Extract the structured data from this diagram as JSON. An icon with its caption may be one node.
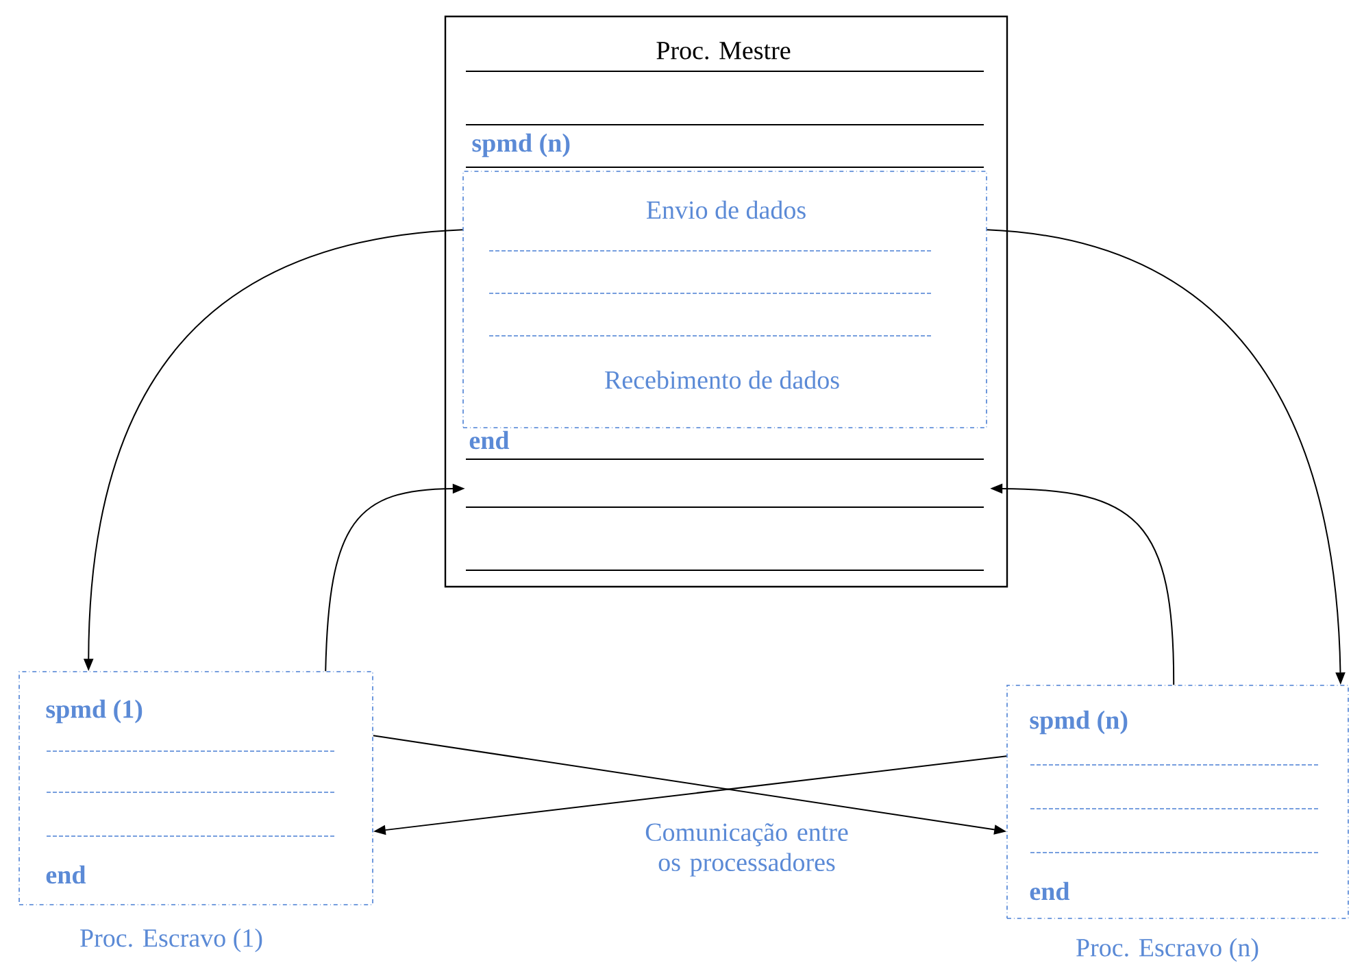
{
  "diagram": {
    "nodes": [
      {
        "text": [
          "Proc. Mestre",
          "spmd (n)",
          "end"
        ]
      },
      {
        "text": [
          "Envio de dados",
          "Recebimento  de dados"
        ],
        "in": 0
      },
      {
        "text": [
          "spmd (1)",
          "end"
        ],
        "beside": [
          "Proc. Escravo  (1)"
        ]
      },
      {
        "text": [
          "spmd (n)",
          "end"
        ],
        "beside": [
          "Proc. Escravo  (n)"
        ]
      }
    ],
    "edges": [
      {
        "from": 1,
        "to": 2,
        "arrow": "to"
      },
      {
        "from": 1,
        "to": 3,
        "arrow": "to"
      },
      {
        "from": 2,
        "to": 0,
        "arrow": "to"
      },
      {
        "from": 3,
        "to": 0,
        "arrow": "to"
      },
      {
        "from": 2,
        "to": 3,
        "arrow": "to"
      },
      {
        "from": 3,
        "to": 2,
        "arrow": "to"
      }
    ],
    "labels": [
      "Comunicação  entre os processadores"
    ]
  }
}
